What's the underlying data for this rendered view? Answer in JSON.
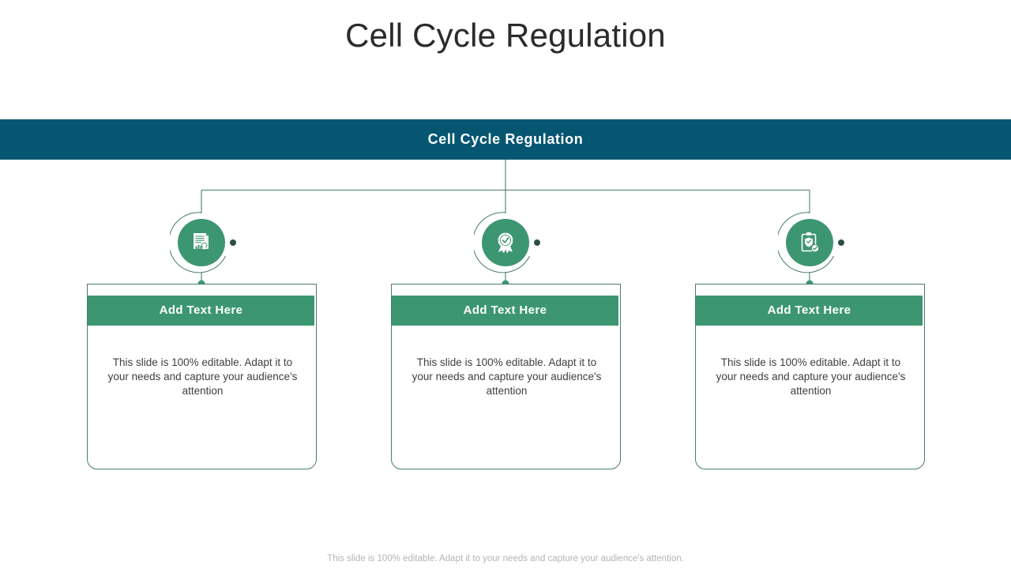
{
  "slide": {
    "title": "Cell Cycle Regulation",
    "banner_label": "Cell Cycle Regulation",
    "footer_note": "This slide is 100% editable. Adapt it to your needs and capture your audience's attention.",
    "body_text": "This slide is 100% editable. Adapt it to your needs and capture your audience's attention",
    "colors": {
      "banner_teal": "#065672",
      "accent_green": "#3c9672",
      "connector_line": "#4a7d6c",
      "title_text": "#2b2b2b",
      "body_text": "#3f3f3f",
      "footer_text": "#b4b4b4",
      "card_border": "#4a7d6c",
      "white": "#ffffff"
    }
  },
  "nodes": [
    {
      "icon": "document-chart-seal-icon",
      "header": "Add Text Here",
      "body": "This slide is 100% editable. Adapt it to your needs and capture your audience's attention"
    },
    {
      "icon": "award-ribbon-check-icon",
      "header": "Add Text Here",
      "body": "This slide is 100% editable. Adapt it to your needs and capture your audience's attention"
    },
    {
      "icon": "clipboard-shield-check-icon",
      "header": "Add Text Here",
      "body": "This slide is 100% editable. Adapt it to your needs and capture your audience's attention"
    }
  ]
}
